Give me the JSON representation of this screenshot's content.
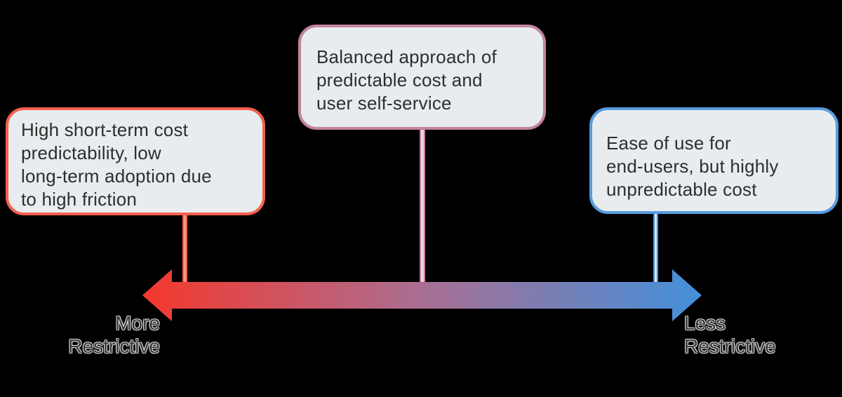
{
  "canvas": {
    "background": "#000000"
  },
  "diagram": {
    "box_fill": "#E8ECEF",
    "box_text_color": "#2E2E2E",
    "boxes": [
      {
        "id": "more-restrictive",
        "text": "High short-term cost\npredictability, low\nlong-term adoption due\nto high friction",
        "border_color": "#F4604C"
      },
      {
        "id": "balanced",
        "text": "Balanced approach of\npredictable cost and\nuser self-service",
        "border_color": "#C2849F"
      },
      {
        "id": "less-restrictive",
        "text": "Ease of use for\nend-users, but highly\nunpredictable cost",
        "border_color": "#579CDE"
      }
    ],
    "connectors": [
      {
        "edge_color": "#F4604C",
        "center_color": "#FA9584"
      },
      {
        "edge_color": "#BC7F9C",
        "center_color": "#EBD6DF"
      },
      {
        "edge_color": "#4A90D8",
        "center_color": "#D5E6F6"
      }
    ],
    "arrow": {
      "start_color": "#F5382C",
      "mid_color": "#A96F93",
      "end_color": "#4390DB"
    },
    "axis_labels": {
      "left": "More\nRestrictive",
      "right": "Less\nRestrictive",
      "color": "#333333"
    }
  }
}
